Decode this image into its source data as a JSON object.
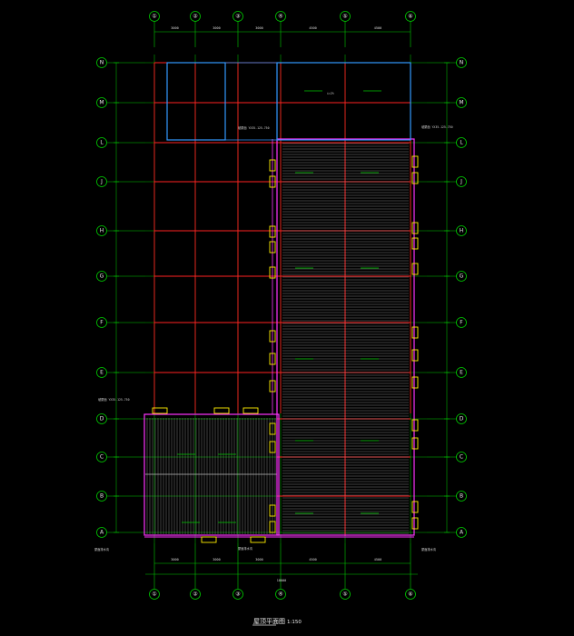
{
  "drawing": {
    "title": "屋顶平面图",
    "scale": "1:150",
    "colors": {
      "background": "#000000",
      "axis_grid": "#00cc00",
      "structure_grid": "#ff2222",
      "roof_edge": "#ff33ff",
      "parapet_upper": "#3399ff",
      "roof_panel": "#bbbbbb",
      "drain": "#ffee00",
      "text": "#e0e0e0"
    },
    "axes_columns_top": [
      "①",
      "②",
      "③",
      "④",
      "⑤",
      "⑥"
    ],
    "axes_columns_bottom": [
      "①",
      "②",
      "③",
      "④",
      "⑤",
      "⑥"
    ],
    "axes_rows_left": [
      "N",
      "M",
      "L",
      "J",
      "H",
      "G",
      "F",
      "E",
      "D",
      "C",
      "B",
      "A"
    ],
    "axes_rows_right": [
      "N",
      "M",
      "L",
      "J",
      "H",
      "G",
      "F",
      "E",
      "D",
      "C",
      "B",
      "A"
    ],
    "dims_top": [
      "3000",
      "3000",
      "3000",
      "4500",
      "4500"
    ],
    "dims_bottom": [
      "3000",
      "3000",
      "3000",
      "4500",
      "4500"
    ],
    "dim_total": "18000",
    "notes": {
      "upper_room": "i=2%",
      "roof_left": "坡屋面 YX35-125-750",
      "roof_right": "坡屋面 YX35-125-750",
      "edge_note": "屋面排水沟"
    }
  }
}
